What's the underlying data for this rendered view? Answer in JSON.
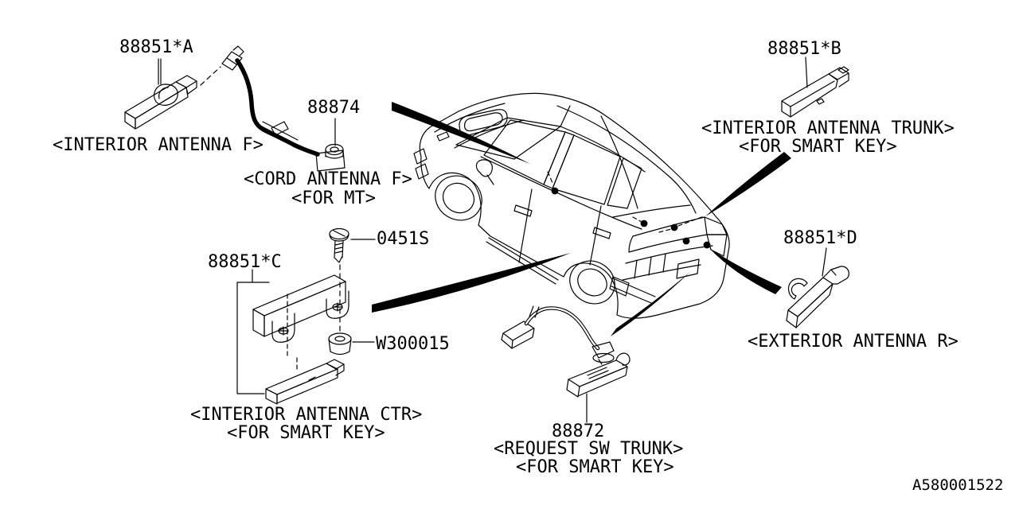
{
  "diagram": {
    "id": "A580001522",
    "type": "parts-diagram",
    "subject": "antenna-and-keyless-components-on-sedan"
  },
  "parts": {
    "antenna_f": {
      "part_no": "88851*A",
      "caption": "<INTERIOR ANTENNA F>"
    },
    "cord_antenna": {
      "part_no": "88874",
      "caption_line1": "<CORD ANTENNA F>",
      "caption_line2": "<FOR MT>"
    },
    "antenna_trunk": {
      "part_no": "88851*B",
      "caption_line1": "<INTERIOR ANTENNA TRUNK>",
      "caption_line2": "<FOR SMART KEY>"
    },
    "screw": {
      "part_no": "0451S"
    },
    "antenna_ctr": {
      "part_no": "88851*C",
      "caption_line1": "<INTERIOR ANTENNA CTR>",
      "caption_line2": "<FOR SMART KEY>"
    },
    "grommet": {
      "part_no": "W300015"
    },
    "antenna_exterior": {
      "part_no": "88851*D",
      "caption": "<EXTERIOR ANTENNA R>"
    },
    "request_switch": {
      "part_no": "88872",
      "caption_line1": "<REQUEST SW TRUNK>",
      "caption_line2": "<FOR SMART KEY>"
    }
  }
}
